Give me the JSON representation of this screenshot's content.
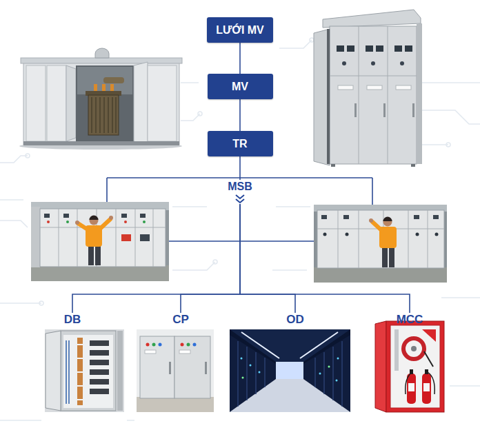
{
  "diagram": {
    "nodes": [
      {
        "text": [
          "LƯỚI MV"
        ]
      },
      {
        "text": [
          "MV"
        ]
      },
      {
        "text": [
          "TR"
        ]
      },
      {
        "text": [
          "MSB"
        ]
      },
      {
        "text": [
          "DB"
        ]
      },
      {
        "text": [
          "CP"
        ]
      },
      {
        "text": [
          "OD"
        ]
      },
      {
        "text": [
          "MCC"
        ]
      }
    ],
    "edges": [
      {
        "from": 0,
        "to": 1,
        "arrow": "none"
      },
      {
        "from": 1,
        "to": 2,
        "arrow": "none"
      },
      {
        "from": 2,
        "to": 3,
        "arrow": "none"
      },
      {
        "from": 3,
        "to": 4,
        "arrow": "none"
      },
      {
        "from": 3,
        "to": 5,
        "arrow": "none"
      },
      {
        "from": 3,
        "to": 6,
        "arrow": "none"
      },
      {
        "from": 3,
        "to": 7,
        "arrow": "none"
      }
    ]
  }
}
